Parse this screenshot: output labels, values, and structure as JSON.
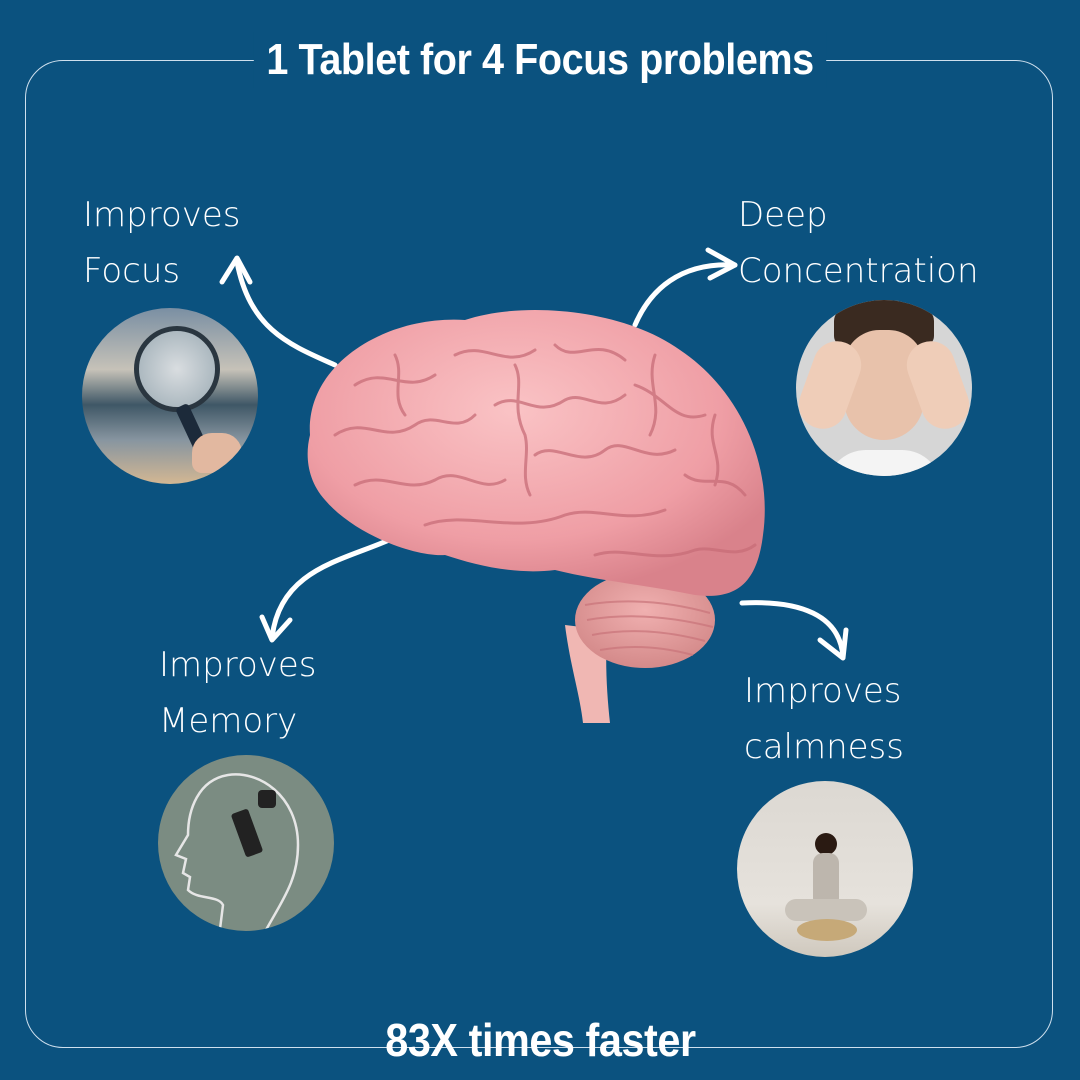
{
  "header": {
    "title": "1 Tablet for 4 Focus problems"
  },
  "benefits": [
    {
      "line1": "Improves",
      "line2": "Focus",
      "image": "magnifying-glass-photo"
    },
    {
      "line1": "Deep",
      "line2": "Concentration",
      "image": "man-concentrating-photo"
    },
    {
      "line1": "Improves",
      "line2": "Memory",
      "image": "usb-in-head-photo"
    },
    {
      "line1": "Improves",
      "line2": "calmness",
      "image": "woman-meditating-photo"
    }
  ],
  "center_image": "brain-illustration",
  "footer": {
    "tagline": "83X times faster"
  },
  "colors": {
    "background": "#0b527f",
    "text": "#ffffff",
    "brain": "#f2a7ad",
    "frame": "#cfe0ee"
  }
}
